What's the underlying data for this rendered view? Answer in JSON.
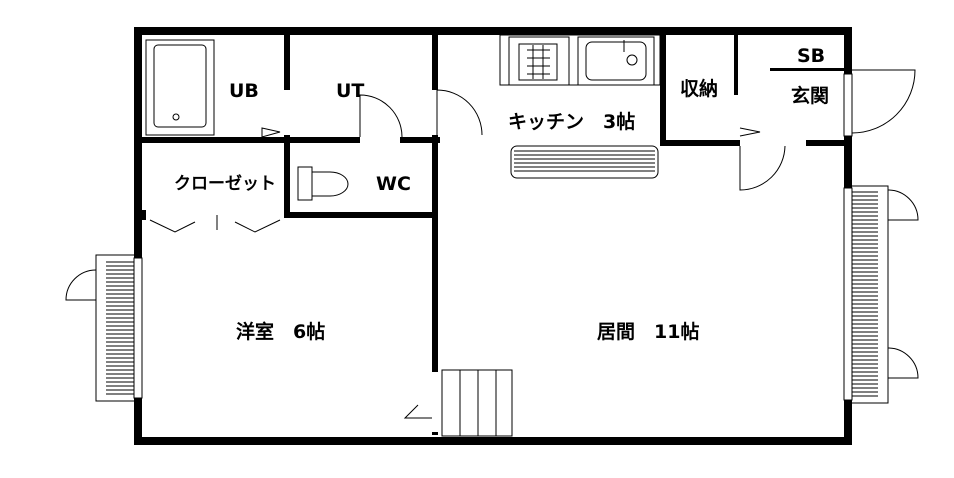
{
  "colors": {
    "wall": "#000000",
    "line": "#000000",
    "background": "#ffffff"
  },
  "rooms": {
    "ub": "UB",
    "ut": "UT",
    "kitchen": "キッチン　3帖",
    "storage": "収納",
    "sb": "SB",
    "entrance": "玄関",
    "closet": "クローゼット",
    "wc": "WC",
    "western_room": "洋室　6帖",
    "living_room": "居間　11帖"
  },
  "icons": [
    "bathtub-icon",
    "stove-icon",
    "sink-icon",
    "toilet-icon",
    "stairs-icon",
    "door-swing-icon",
    "balcony-icon",
    "counter-icon"
  ]
}
